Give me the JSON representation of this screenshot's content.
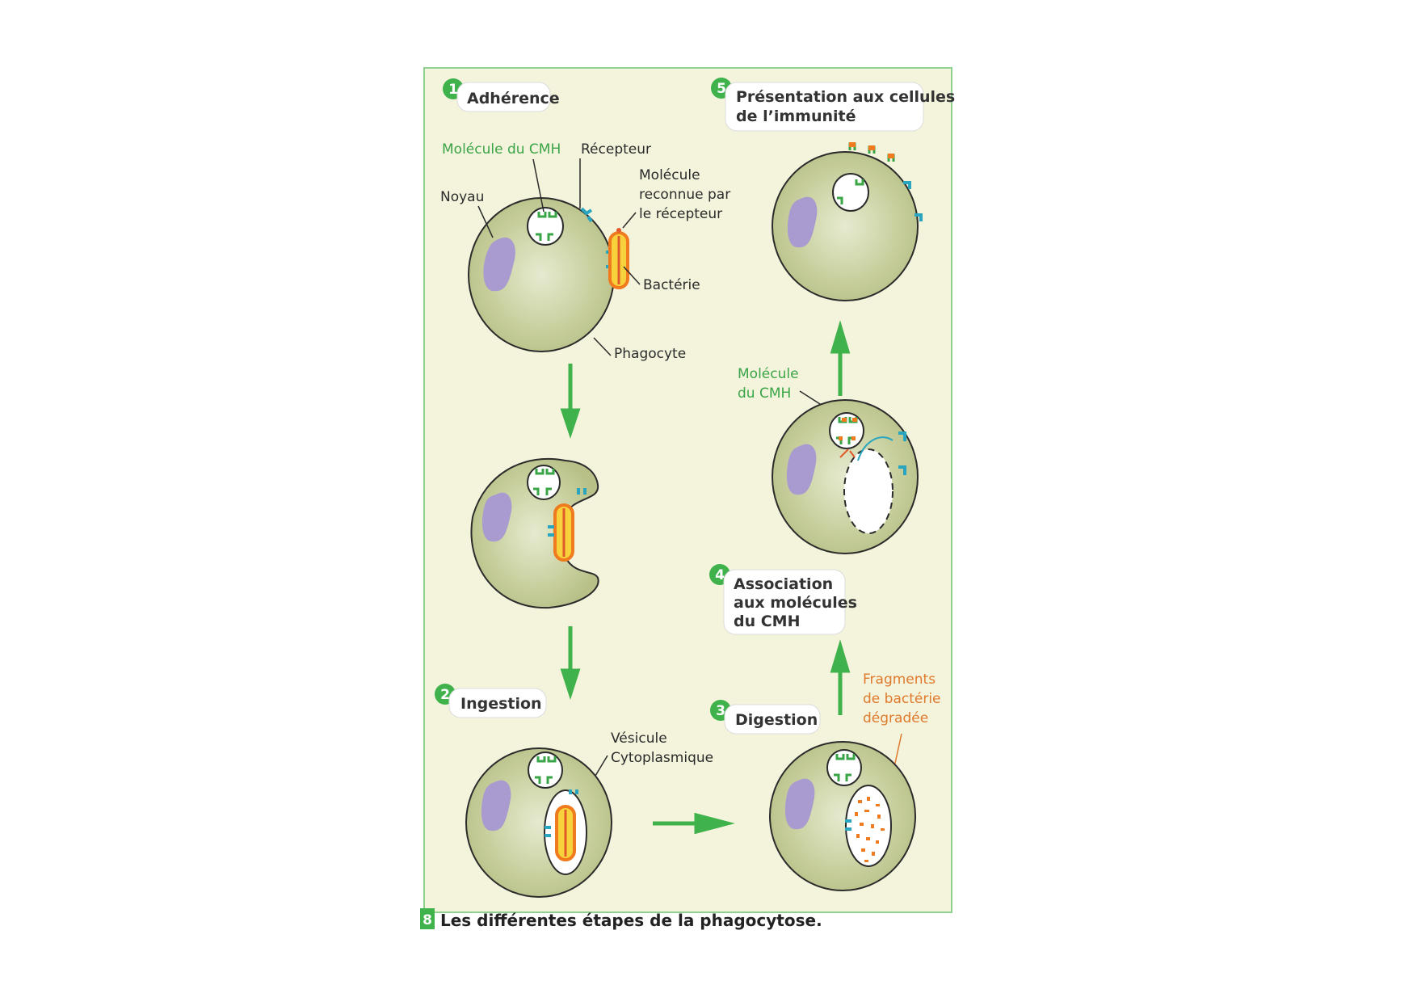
{
  "figure": {
    "number": "8",
    "caption": "Les différentes étapes de la phagocytose."
  },
  "steps": [
    {
      "number": "1",
      "title": "Adhérence"
    },
    {
      "number": "2",
      "title": "Ingestion"
    },
    {
      "number": "3",
      "title": "Digestion"
    },
    {
      "number": "4",
      "title_lines": [
        "Association",
        "aux molécules",
        "du CMH"
      ]
    },
    {
      "number": "5",
      "title_lines": [
        "Présentation aux cellules",
        "de l’immunité"
      ]
    }
  ],
  "labels": {
    "cmh_molecule": "Molécule du CMH",
    "receptor": "Récepteur",
    "recognized_molecule": [
      "Molécule",
      "reconnue par",
      "le récepteur"
    ],
    "nucleus": "Noyau",
    "bacterium": "Bactérie",
    "phagocyte": "Phagocyte",
    "cytoplasmic_vesicle": [
      "Vésicule",
      "Cytoplasmique"
    ],
    "fragments": [
      "Fragments",
      "de bactérie",
      "dégradée"
    ],
    "cmh_molecule_2": [
      "Molécule",
      "du CMH"
    ]
  },
  "colors": {
    "panel_background": "#f4f3dc",
    "panel_border": "#8fd18f",
    "cell_fill": "#c2c994",
    "nucleus": "#a99bd0",
    "arrow_green": "#3fb24c",
    "label_green": "#3aa547",
    "label_orange": "#e07a2d",
    "receptor_blue": "#2aa5c0",
    "bacterium_orange": "#f07a1e",
    "bacterium_yellow": "#f7d23c"
  }
}
